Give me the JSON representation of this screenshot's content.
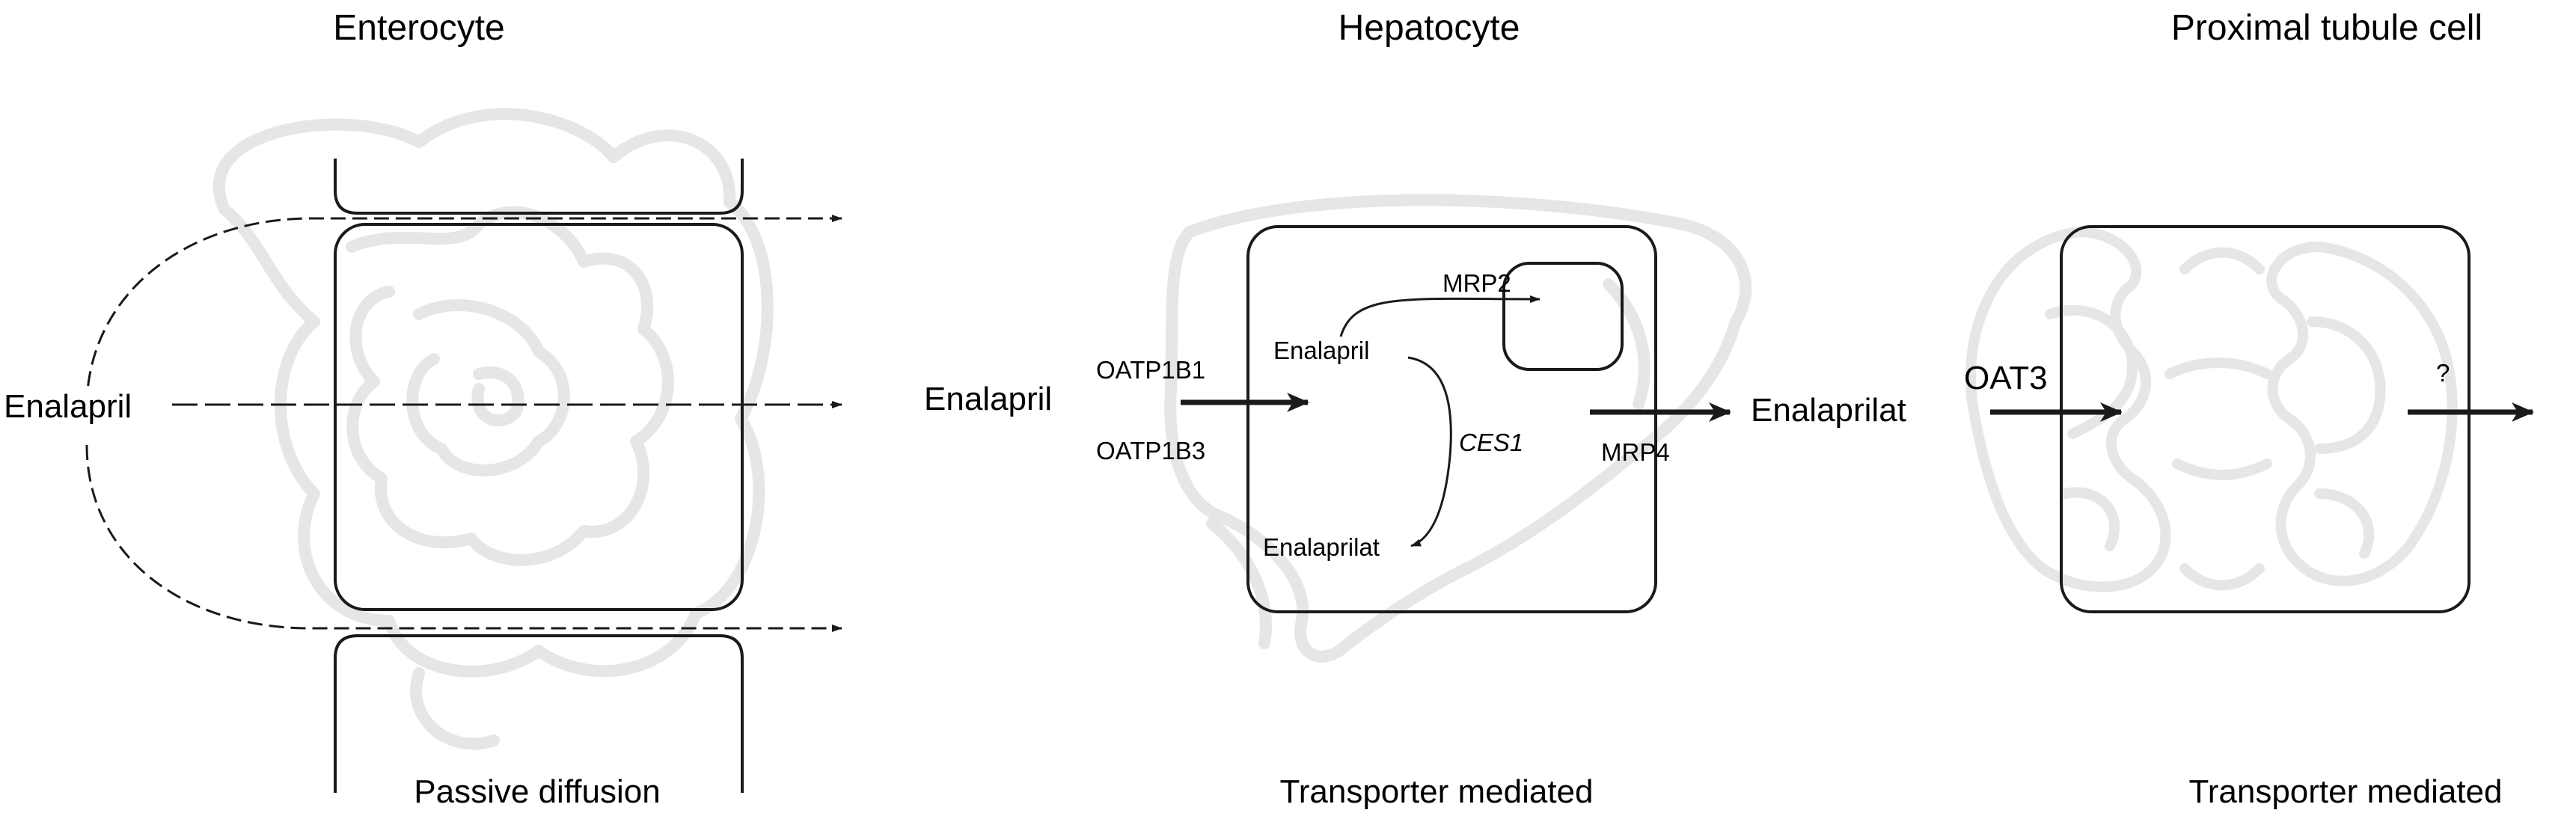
{
  "panels": {
    "enterocyte": {
      "title": "Enterocyte",
      "caption": "Passive diffusion",
      "drug_label": "Enalapril",
      "background_icon": "intestine-outline"
    },
    "hepatocyte": {
      "title": "Hepatocyte",
      "caption": "Transporter mediated",
      "input_label": "Enalapril",
      "uptake_transporters": [
        "OATP1B1",
        "OATP1B3"
      ],
      "intracellular_drug": "Enalapril",
      "metabolite": "Enalaprilat",
      "enzyme": "CES1",
      "canalicular_transporter": "MRP2",
      "efflux_transporter": "MRP4",
      "output_label": "Enalaprilat",
      "background_icon": "liver-outline"
    },
    "proximal_tubule": {
      "title": "Proximal tubule cell",
      "caption": "Transporter mediated",
      "uptake_transporter": "OAT3",
      "efflux_transporter": "?",
      "background_icon": "kidney-outline"
    }
  },
  "colors": {
    "line": "#1a1a1a",
    "watermark": "#e7e7e7"
  }
}
